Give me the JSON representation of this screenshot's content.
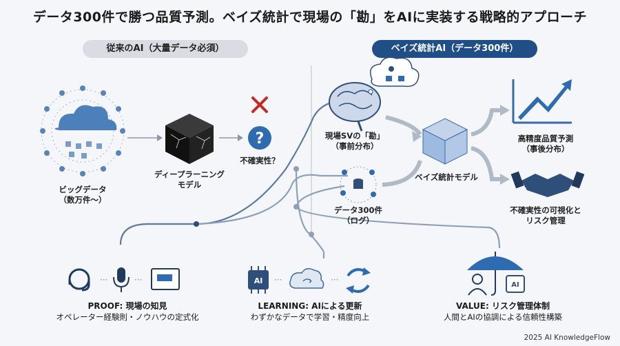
{
  "title": "データ300件で勝つ品質予測。ベイズ統計で現場の「勘」をAIに実装する戦略的アプローチ",
  "left_header": "従来のAI（大量データ必須）",
  "right_header": "ベイズ統計AI（データ300件）",
  "big_data": {
    "line1": "ビッグデータ",
    "line2": "（数万件〜）"
  },
  "deep_learning": {
    "line1": "ディープラーニング",
    "line2": "モデル"
  },
  "uncertainty_q": "不確実性？",
  "sv_intuition": {
    "line1": "現場SVの「勘」",
    "line2": "（事前分布）"
  },
  "data300": {
    "line1": "データ300件",
    "line2": "（ログ）"
  },
  "bayes_model": "ベイズ統計モデル",
  "prediction": {
    "line1": "高精度品質予測",
    "line2": "（事後分布）"
  },
  "risk": {
    "line1": "不確実性の可視化と",
    "line2": "リスク管理"
  },
  "ai_chip_label": "AI",
  "proof": {
    "heading": "PROOF: 現場の知見",
    "sub": "オペレーター経験則・ノウハウの定式化"
  },
  "learning": {
    "heading": "LEARNING: AIによる更新",
    "sub": "わずかなデータで学習・精度向上"
  },
  "value": {
    "heading": "VALUE: リスク管理体制",
    "sub": "人間とAIの協調による信頼性構築"
  },
  "footer": "2025 AI KnowledgeFlow",
  "colors": {
    "navy": "#1f4f86",
    "cross": "#c62828",
    "line": "#5c7aa0"
  }
}
